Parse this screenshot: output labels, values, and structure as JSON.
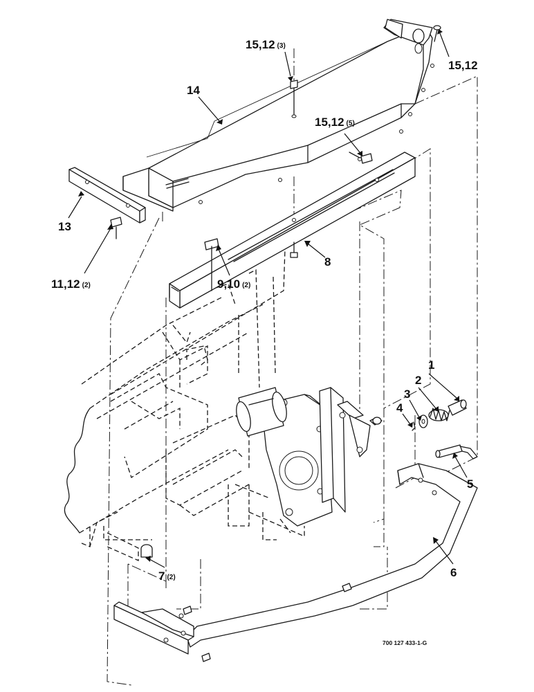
{
  "callouts": [
    {
      "id": "c1",
      "main": "1",
      "qty": ""
    },
    {
      "id": "c2",
      "main": "2",
      "qty": ""
    },
    {
      "id": "c3",
      "main": "3",
      "qty": ""
    },
    {
      "id": "c4",
      "main": "4",
      "qty": ""
    },
    {
      "id": "c5",
      "main": "5",
      "qty": ""
    },
    {
      "id": "c6",
      "main": "6",
      "qty": ""
    },
    {
      "id": "c7",
      "main": "7",
      "qty": "(2)"
    },
    {
      "id": "c8",
      "main": "8",
      "qty": ""
    },
    {
      "id": "c9",
      "main": "9,10",
      "qty": "(2)"
    },
    {
      "id": "c11",
      "main": "11,12",
      "qty": "(2)"
    },
    {
      "id": "c13",
      "main": "13",
      "qty": ""
    },
    {
      "id": "c14",
      "main": "14",
      "qty": ""
    },
    {
      "id": "c15a",
      "main": "15,12",
      "qty": "(3)"
    },
    {
      "id": "c15b",
      "main": "15,12",
      "qty": "(5)"
    },
    {
      "id": "c15c",
      "main": "15,12",
      "qty": ""
    }
  ],
  "drawing_number": "700 127 433-1-G"
}
